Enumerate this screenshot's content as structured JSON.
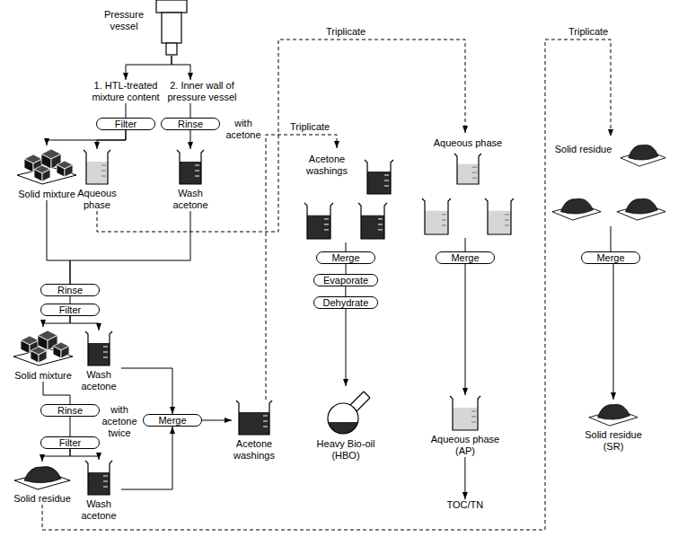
{
  "diagram": {
    "nodes": [
      {
        "text": [
          "Pressure vessel"
        ]
      },
      {
        "text": [
          "1. HTL-treated mixture content"
        ]
      },
      {
        "text": [
          "2. Inner wall of pressure vessel"
        ]
      },
      {
        "text": [
          "Filter"
        ]
      },
      {
        "text": [
          "Rinse"
        ]
      },
      {
        "text": [
          "Solid mixture"
        ]
      },
      {
        "text": [
          "Aqueous phase"
        ]
      },
      {
        "text": [
          "Wash acetone"
        ]
      },
      {
        "text": [
          "Rinse"
        ]
      },
      {
        "text": [
          "Filter"
        ]
      },
      {
        "text": [
          "Solid mixture"
        ]
      },
      {
        "text": [
          "Wash acetone"
        ]
      },
      {
        "text": [
          "Rinse"
        ]
      },
      {
        "text": [
          "Filter"
        ]
      },
      {
        "text": [
          "Solid residue"
        ]
      },
      {
        "text": [
          "Wash acetone"
        ]
      },
      {
        "text": [
          "Merge"
        ]
      },
      {
        "text": [
          "Acetone washings"
        ]
      },
      {
        "text": [
          "Acetone washings"
        ]
      },
      {
        "text": [
          "Merge"
        ]
      },
      {
        "text": [
          "Evaporate"
        ]
      },
      {
        "text": [
          "Dehydrate"
        ]
      },
      {
        "text": [
          "Heavy Bio-oil (HBO)"
        ]
      },
      {
        "text": [
          "Aqueous phase"
        ]
      },
      {
        "text": [
          "Merge"
        ]
      },
      {
        "text": [
          "Aqueous phase (AP)"
        ]
      },
      {
        "text": [
          "TOC/TN"
        ]
      },
      {
        "text": [
          "Solid residue"
        ]
      },
      {
        "text": [
          "Merge"
        ]
      },
      {
        "text": [
          "Solid residue (SR)"
        ]
      }
    ],
    "edges": [
      {
        "from": 0,
        "to": 1,
        "arrow": "to"
      },
      {
        "from": 0,
        "to": 2,
        "arrow": "to"
      },
      {
        "from": 1,
        "to": 3,
        "arrow": "none"
      },
      {
        "from": 2,
        "to": 4,
        "arrow": "none"
      },
      {
        "from": 3,
        "to": 5,
        "arrow": "to"
      },
      {
        "from": 3,
        "to": 6,
        "arrow": "to"
      },
      {
        "from": 4,
        "to": 7,
        "arrow": "to"
      },
      {
        "from": 5,
        "to": 8,
        "arrow": "none"
      },
      {
        "from": 7,
        "to": 8,
        "arrow": "none"
      },
      {
        "from": 8,
        "to": 9,
        "arrow": "none"
      },
      {
        "from": 9,
        "to": 10,
        "arrow": "to"
      },
      {
        "from": 9,
        "to": 11,
        "arrow": "to"
      },
      {
        "from": 10,
        "to": 12,
        "arrow": "none"
      },
      {
        "from": 12,
        "to": 13,
        "arrow": "none"
      },
      {
        "from": 13,
        "to": 14,
        "arrow": "to"
      },
      {
        "from": 13,
        "to": 15,
        "arrow": "to"
      },
      {
        "from": 11,
        "to": 16,
        "arrow": "to"
      },
      {
        "from": 15,
        "to": 16,
        "arrow": "to"
      },
      {
        "from": 16,
        "to": 17,
        "arrow": "to"
      },
      {
        "from": 17,
        "to": 18,
        "label": "Triplicate",
        "arrow": "to"
      },
      {
        "from": 6,
        "to": 23,
        "label": "Triplicate",
        "arrow": "to"
      },
      {
        "from": 14,
        "to": 27,
        "label": "Triplicate",
        "arrow": "to"
      },
      {
        "from": 18,
        "to": 19,
        "arrow": "none"
      },
      {
        "from": 19,
        "to": 20,
        "arrow": "none"
      },
      {
        "from": 20,
        "to": 21,
        "arrow": "none"
      },
      {
        "from": 21,
        "to": 22,
        "arrow": "to"
      },
      {
        "from": 23,
        "to": 24,
        "arrow": "none"
      },
      {
        "from": 24,
        "to": 25,
        "arrow": "to"
      },
      {
        "from": 25,
        "to": 26,
        "arrow": "to"
      },
      {
        "from": 27,
        "to": 28,
        "arrow": "none"
      },
      {
        "from": 28,
        "to": 29,
        "arrow": "to"
      }
    ],
    "labels": [
      "with acetone",
      "with acetone twice"
    ]
  }
}
